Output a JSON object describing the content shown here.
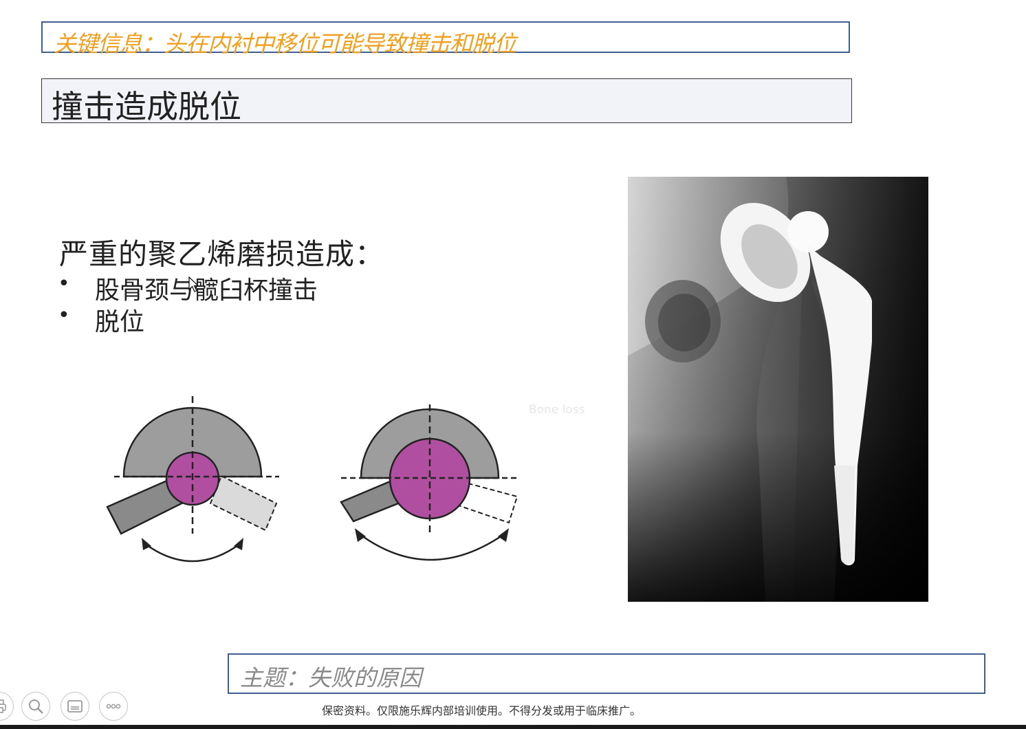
{
  "slide": {
    "key_info": "关键信息：头在内衬中移位可能导致撞击和脱位",
    "title": "撞击造成脱位",
    "body_heading": "严重的聚乙烯磨损造成：",
    "bullets": [
      {
        "label": "股骨颈与髋臼杯撞击"
      },
      {
        "label": "脱位"
      }
    ],
    "faint_label": "Bone loss",
    "topic": "主题：失败的原因",
    "footer_note": "保密资料。仅限施乐辉内部培训使用。不得分发或用于临床推广。"
  },
  "colors": {
    "key_text": "#f0a020",
    "box_border": "#3f5f92",
    "femoral_head": "#b04fa0",
    "cup": "#9d9d9d",
    "neck": "#8a8a8a"
  },
  "icons": {
    "controls": [
      "print-icon",
      "zoom-icon",
      "subtitle-icon",
      "more-icon"
    ]
  }
}
